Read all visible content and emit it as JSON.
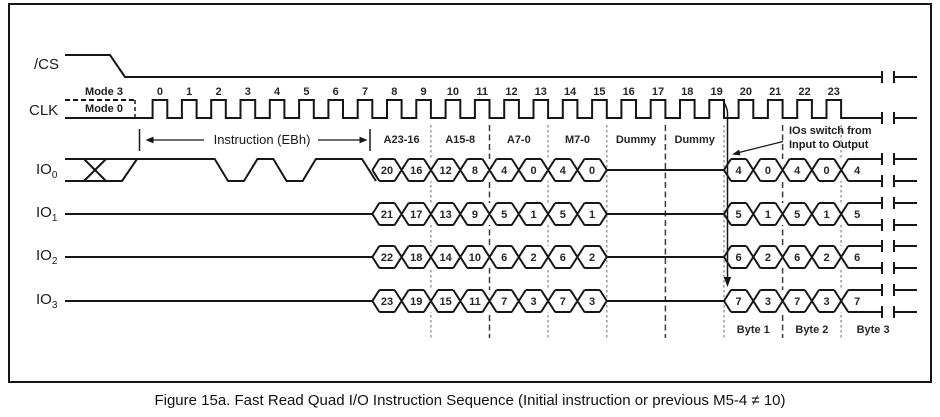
{
  "figure": {
    "caption": "Figure 15a. Fast Read Quad I/O Instruction Sequence (Initial instruction or previous M5-4 ≠ 10)"
  },
  "signals": [
    {
      "name": "/CS",
      "sub": ""
    },
    {
      "name": "CLK",
      "sub": ""
    },
    {
      "name": "IO",
      "sub": "0"
    },
    {
      "name": "IO",
      "sub": "1"
    },
    {
      "name": "IO",
      "sub": "2"
    },
    {
      "name": "IO",
      "sub": "3"
    }
  ],
  "clock": {
    "numbers": [
      "0",
      "1",
      "2",
      "3",
      "4",
      "5",
      "6",
      "7",
      "8",
      "9",
      "10",
      "11",
      "12",
      "13",
      "14",
      "15",
      "16",
      "17",
      "18",
      "19",
      "20",
      "21",
      "22",
      "23"
    ],
    "mode3": "Mode 3",
    "mode0": "Mode 0"
  },
  "annotations": {
    "instruction": "Instruction (EBh)",
    "io_switch_line1": "IOs switch from",
    "io_switch_line2": "Input to Output"
  },
  "phases": [
    {
      "label": "A23-16",
      "from": 7,
      "to": 9
    },
    {
      "label": "A15-8",
      "from": 9,
      "to": 11
    },
    {
      "label": "A7-0",
      "from": 11,
      "to": 13
    },
    {
      "label": "M7-0",
      "from": 13,
      "to": 15
    },
    {
      "label": "Dummy",
      "from": 15,
      "to": 17
    },
    {
      "label": "Dummy",
      "from": 17,
      "to": 19
    }
  ],
  "bytes": [
    {
      "label": "Byte 1",
      "from": 19,
      "to": 21
    },
    {
      "label": "Byte 2",
      "from": 21,
      "to": 23
    },
    {
      "label": "Byte 3",
      "from": 23,
      "to": null
    }
  ],
  "io0_instruction_bits": [
    "1",
    "1",
    "1",
    "0",
    "1",
    "0",
    "1",
    "1"
  ],
  "io_values": [
    {
      "signal": "IO0",
      "input": [
        "20",
        "16",
        "12",
        "8",
        "4",
        "0",
        "4",
        "0"
      ],
      "output": [
        "4",
        "0",
        "4",
        "0",
        "4"
      ]
    },
    {
      "signal": "IO1",
      "input": [
        "21",
        "17",
        "13",
        "9",
        "5",
        "1",
        "5",
        "1"
      ],
      "output": [
        "5",
        "1",
        "5",
        "1",
        "5"
      ]
    },
    {
      "signal": "IO2",
      "input": [
        "22",
        "18",
        "14",
        "10",
        "6",
        "2",
        "6",
        "2"
      ],
      "output": [
        "6",
        "2",
        "6",
        "2",
        "6"
      ]
    },
    {
      "signal": "IO3",
      "input": [
        "23",
        "19",
        "15",
        "11",
        "7",
        "3",
        "7",
        "3"
      ],
      "output": [
        "7",
        "3",
        "7",
        "3",
        "7"
      ]
    }
  ],
  "colors": {
    "line": "#161616",
    "text": "#2b2520",
    "separator_gray": "#9a9a9a",
    "separator_black": "#3a3a3a",
    "background": "#ffffff"
  }
}
